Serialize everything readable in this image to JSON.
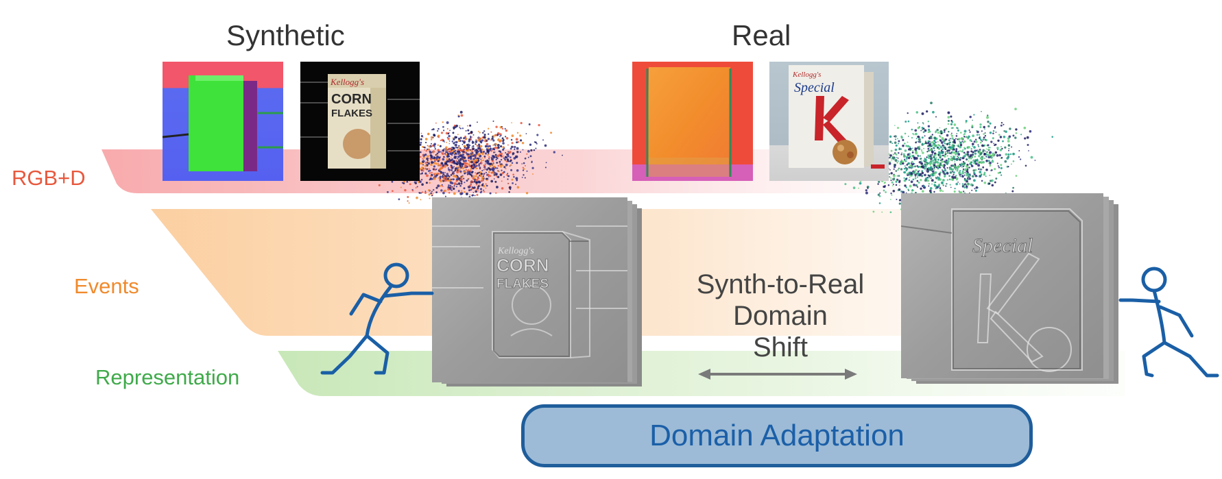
{
  "titles": {
    "synthetic": "Synthetic",
    "real": "Real"
  },
  "rows": {
    "rgbd": {
      "label": "RGB+D",
      "color": "#e8583d"
    },
    "events": {
      "label": "Events",
      "color": "#f08a2c"
    },
    "representation": {
      "label": "Representation",
      "color": "#3faa4a"
    }
  },
  "domain_shift": {
    "line1": "Synth-to-Real",
    "line2": "Domain",
    "line3": "Shift"
  },
  "domain_adaptation": {
    "label": "Domain Adaptation",
    "border_color": "#1f5d9b",
    "fill_color": "#9dbbd6",
    "text_color": "#1b5fa8"
  },
  "images": {
    "synthetic_normal": {
      "lettering": ""
    },
    "synthetic_rgb": {
      "lettering": "Kellogg's CORN FLAKES"
    },
    "real_normal": {
      "lettering": ""
    },
    "real_rgb": {
      "lettering": "Kellogg's Special K"
    },
    "synthetic_event_frame": {
      "lettering": "Kellogg's CORN FLAKES"
    },
    "real_event_frame": {
      "lettering": "Special K"
    }
  },
  "figures": {
    "stick_figure_color": "#1a5fa6",
    "arrow_color": "#7a7a7a"
  }
}
